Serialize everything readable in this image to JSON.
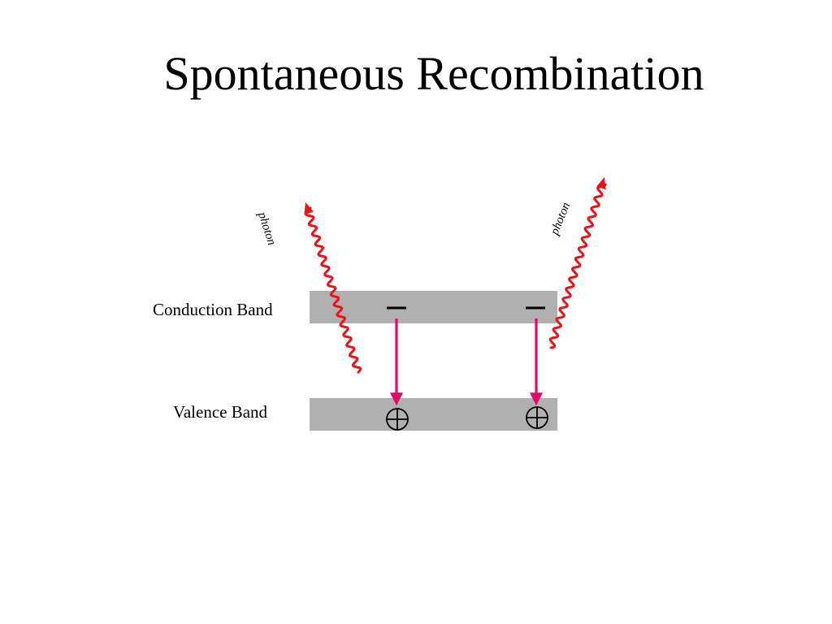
{
  "title": "Spontaneous Recombination",
  "bands": {
    "conduction_label": "Conduction Band",
    "valence_label": "Valence Band",
    "band_color": "#b0b0b0"
  },
  "photons": [
    {
      "label": "photon"
    },
    {
      "label": "photon"
    }
  ],
  "colors": {
    "photon": "#e8131b",
    "transition": "#e2086e",
    "text": "#000000"
  },
  "carriers": {
    "electron_symbol": "minus",
    "hole_symbol": "circled-plus"
  }
}
